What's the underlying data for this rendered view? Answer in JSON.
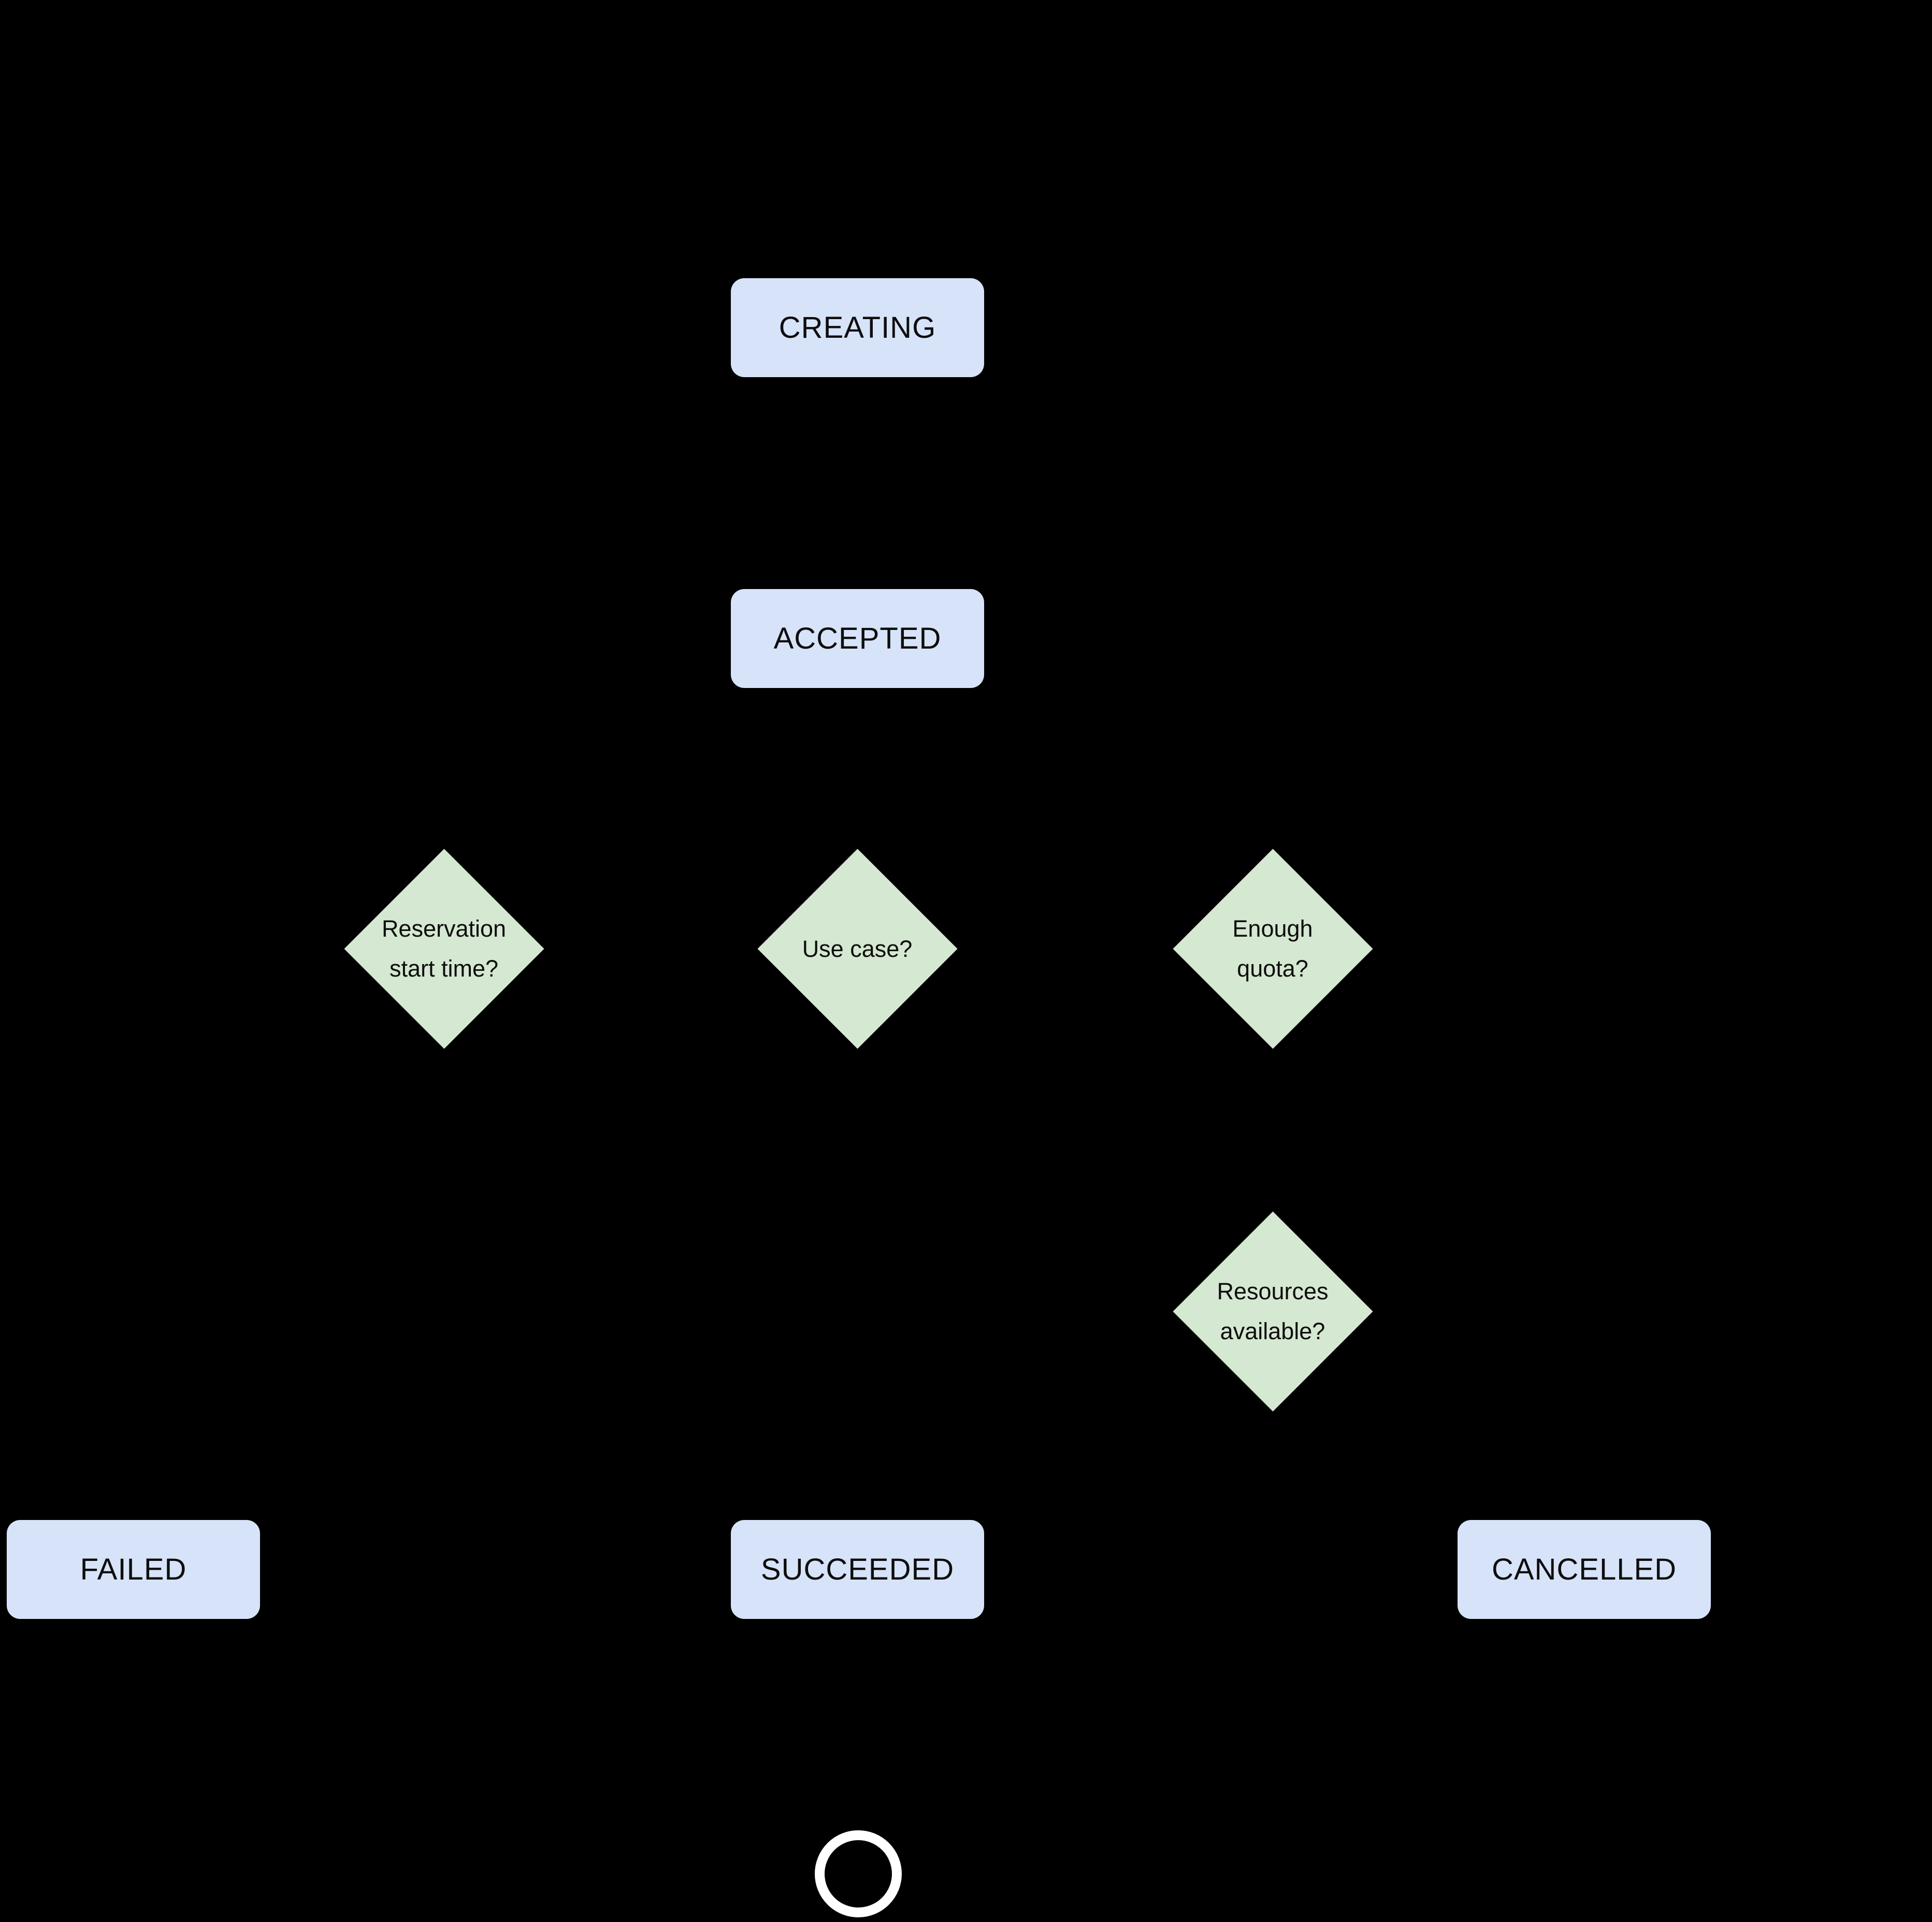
{
  "diagram": {
    "colors": {
      "background": "#000000",
      "state_fill": "#d7e3f8",
      "decision_fill": "#d5e8d1",
      "text": "#0d0d0d",
      "terminator": "#ffffff"
    },
    "states": {
      "creating": {
        "label": "CREATING"
      },
      "accepted": {
        "label": "ACCEPTED"
      },
      "failed": {
        "label": "FAILED"
      },
      "succeeded": {
        "label": "SUCCEEDED"
      },
      "cancelled": {
        "label": "CANCELLED"
      }
    },
    "decisions": {
      "reservation_start_time": {
        "lines": [
          "Reservation",
          "start time?"
        ]
      },
      "use_case": {
        "lines": [
          "Use case?"
        ]
      },
      "enough_quota": {
        "lines": [
          "Enough",
          "quota?"
        ]
      },
      "resources_available": {
        "lines": [
          "Resources",
          "available?"
        ]
      }
    },
    "terminator": {
      "shape": "circle-outline"
    }
  }
}
